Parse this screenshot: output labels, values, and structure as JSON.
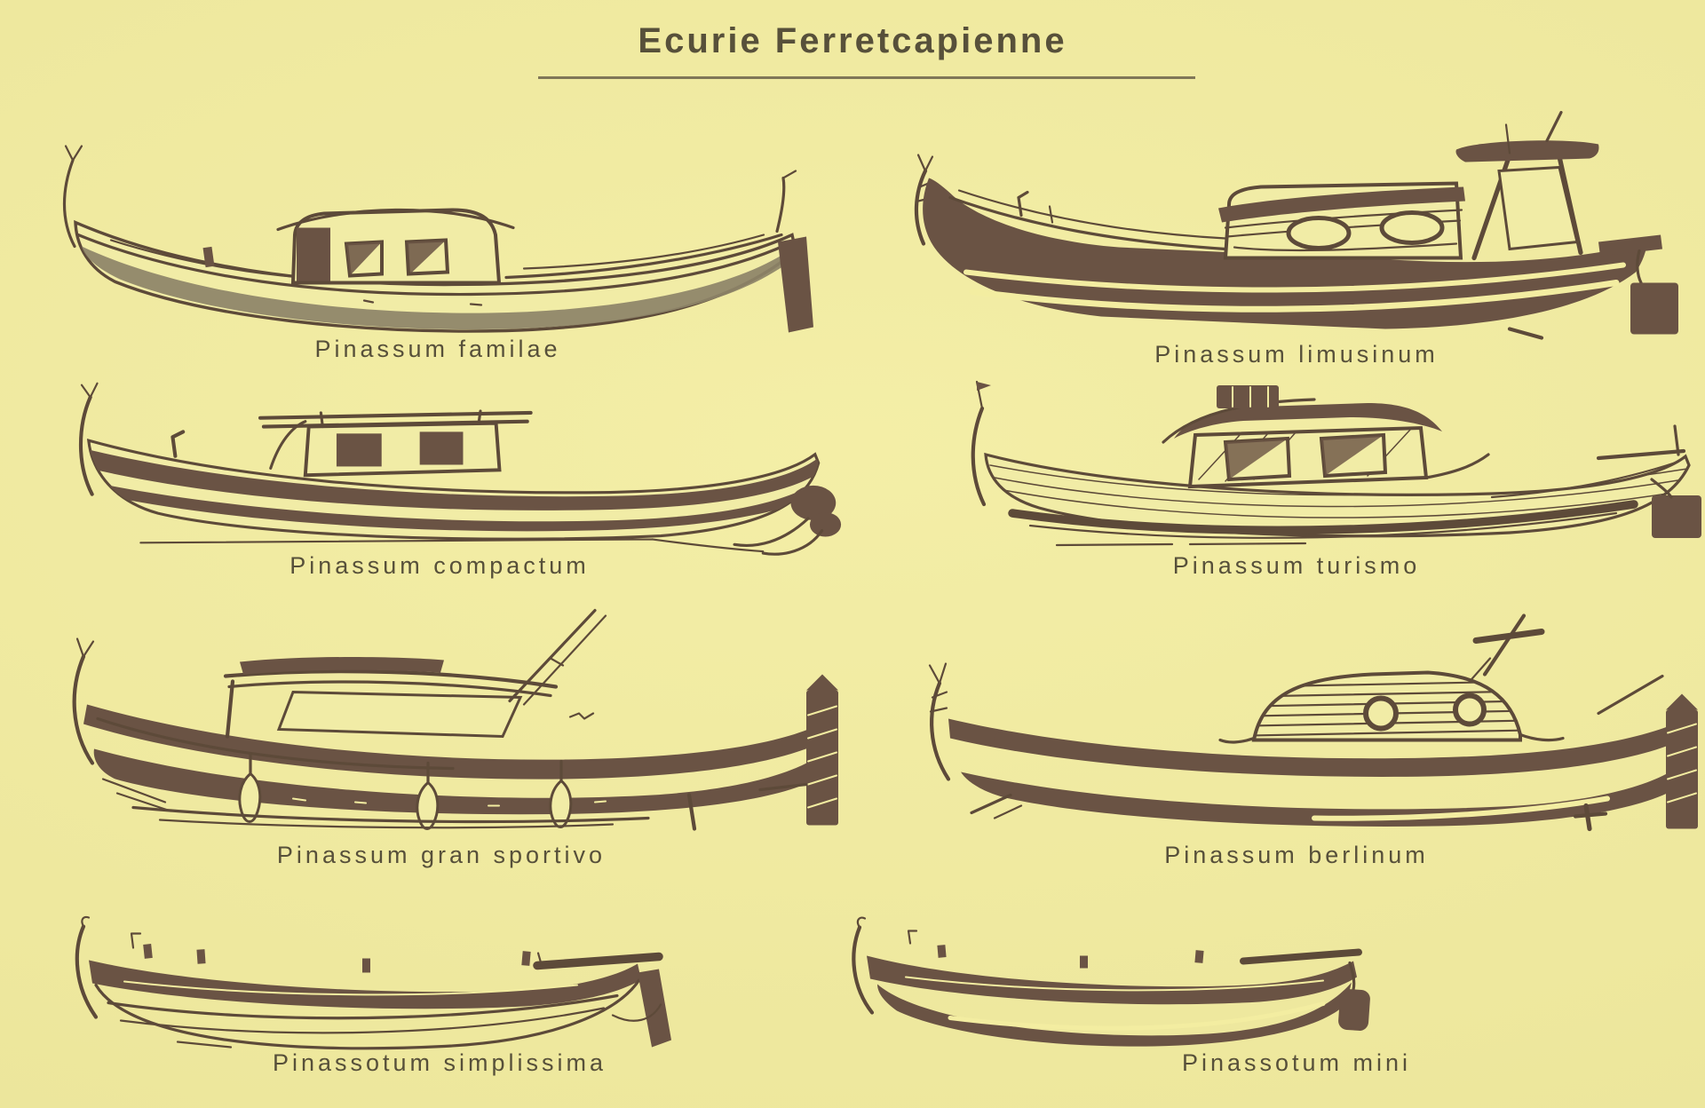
{
  "page": {
    "title": "Ecurie Ferretcapienne",
    "kind": "hand-drawn catalogue plate of pinasse boats"
  },
  "palette": {
    "background": "#f3eda1",
    "ink": "#5d4a39",
    "dark_fill": "#6a5344",
    "olive_shade": "#8d8368",
    "pale_fill": "#f1eca6",
    "text": "#57503a"
  },
  "boats": [
    {
      "label": "Pinassum familae"
    },
    {
      "label": "Pinassum limusinum"
    },
    {
      "label": "Pinassum compactum"
    },
    {
      "label": "Pinassum turismo"
    },
    {
      "label": "Pinassum gran sportivo"
    },
    {
      "label": "Pinassum berlinum"
    },
    {
      "label": "Pinassotum simplissima"
    },
    {
      "label": "Pinassotum mini"
    }
  ]
}
